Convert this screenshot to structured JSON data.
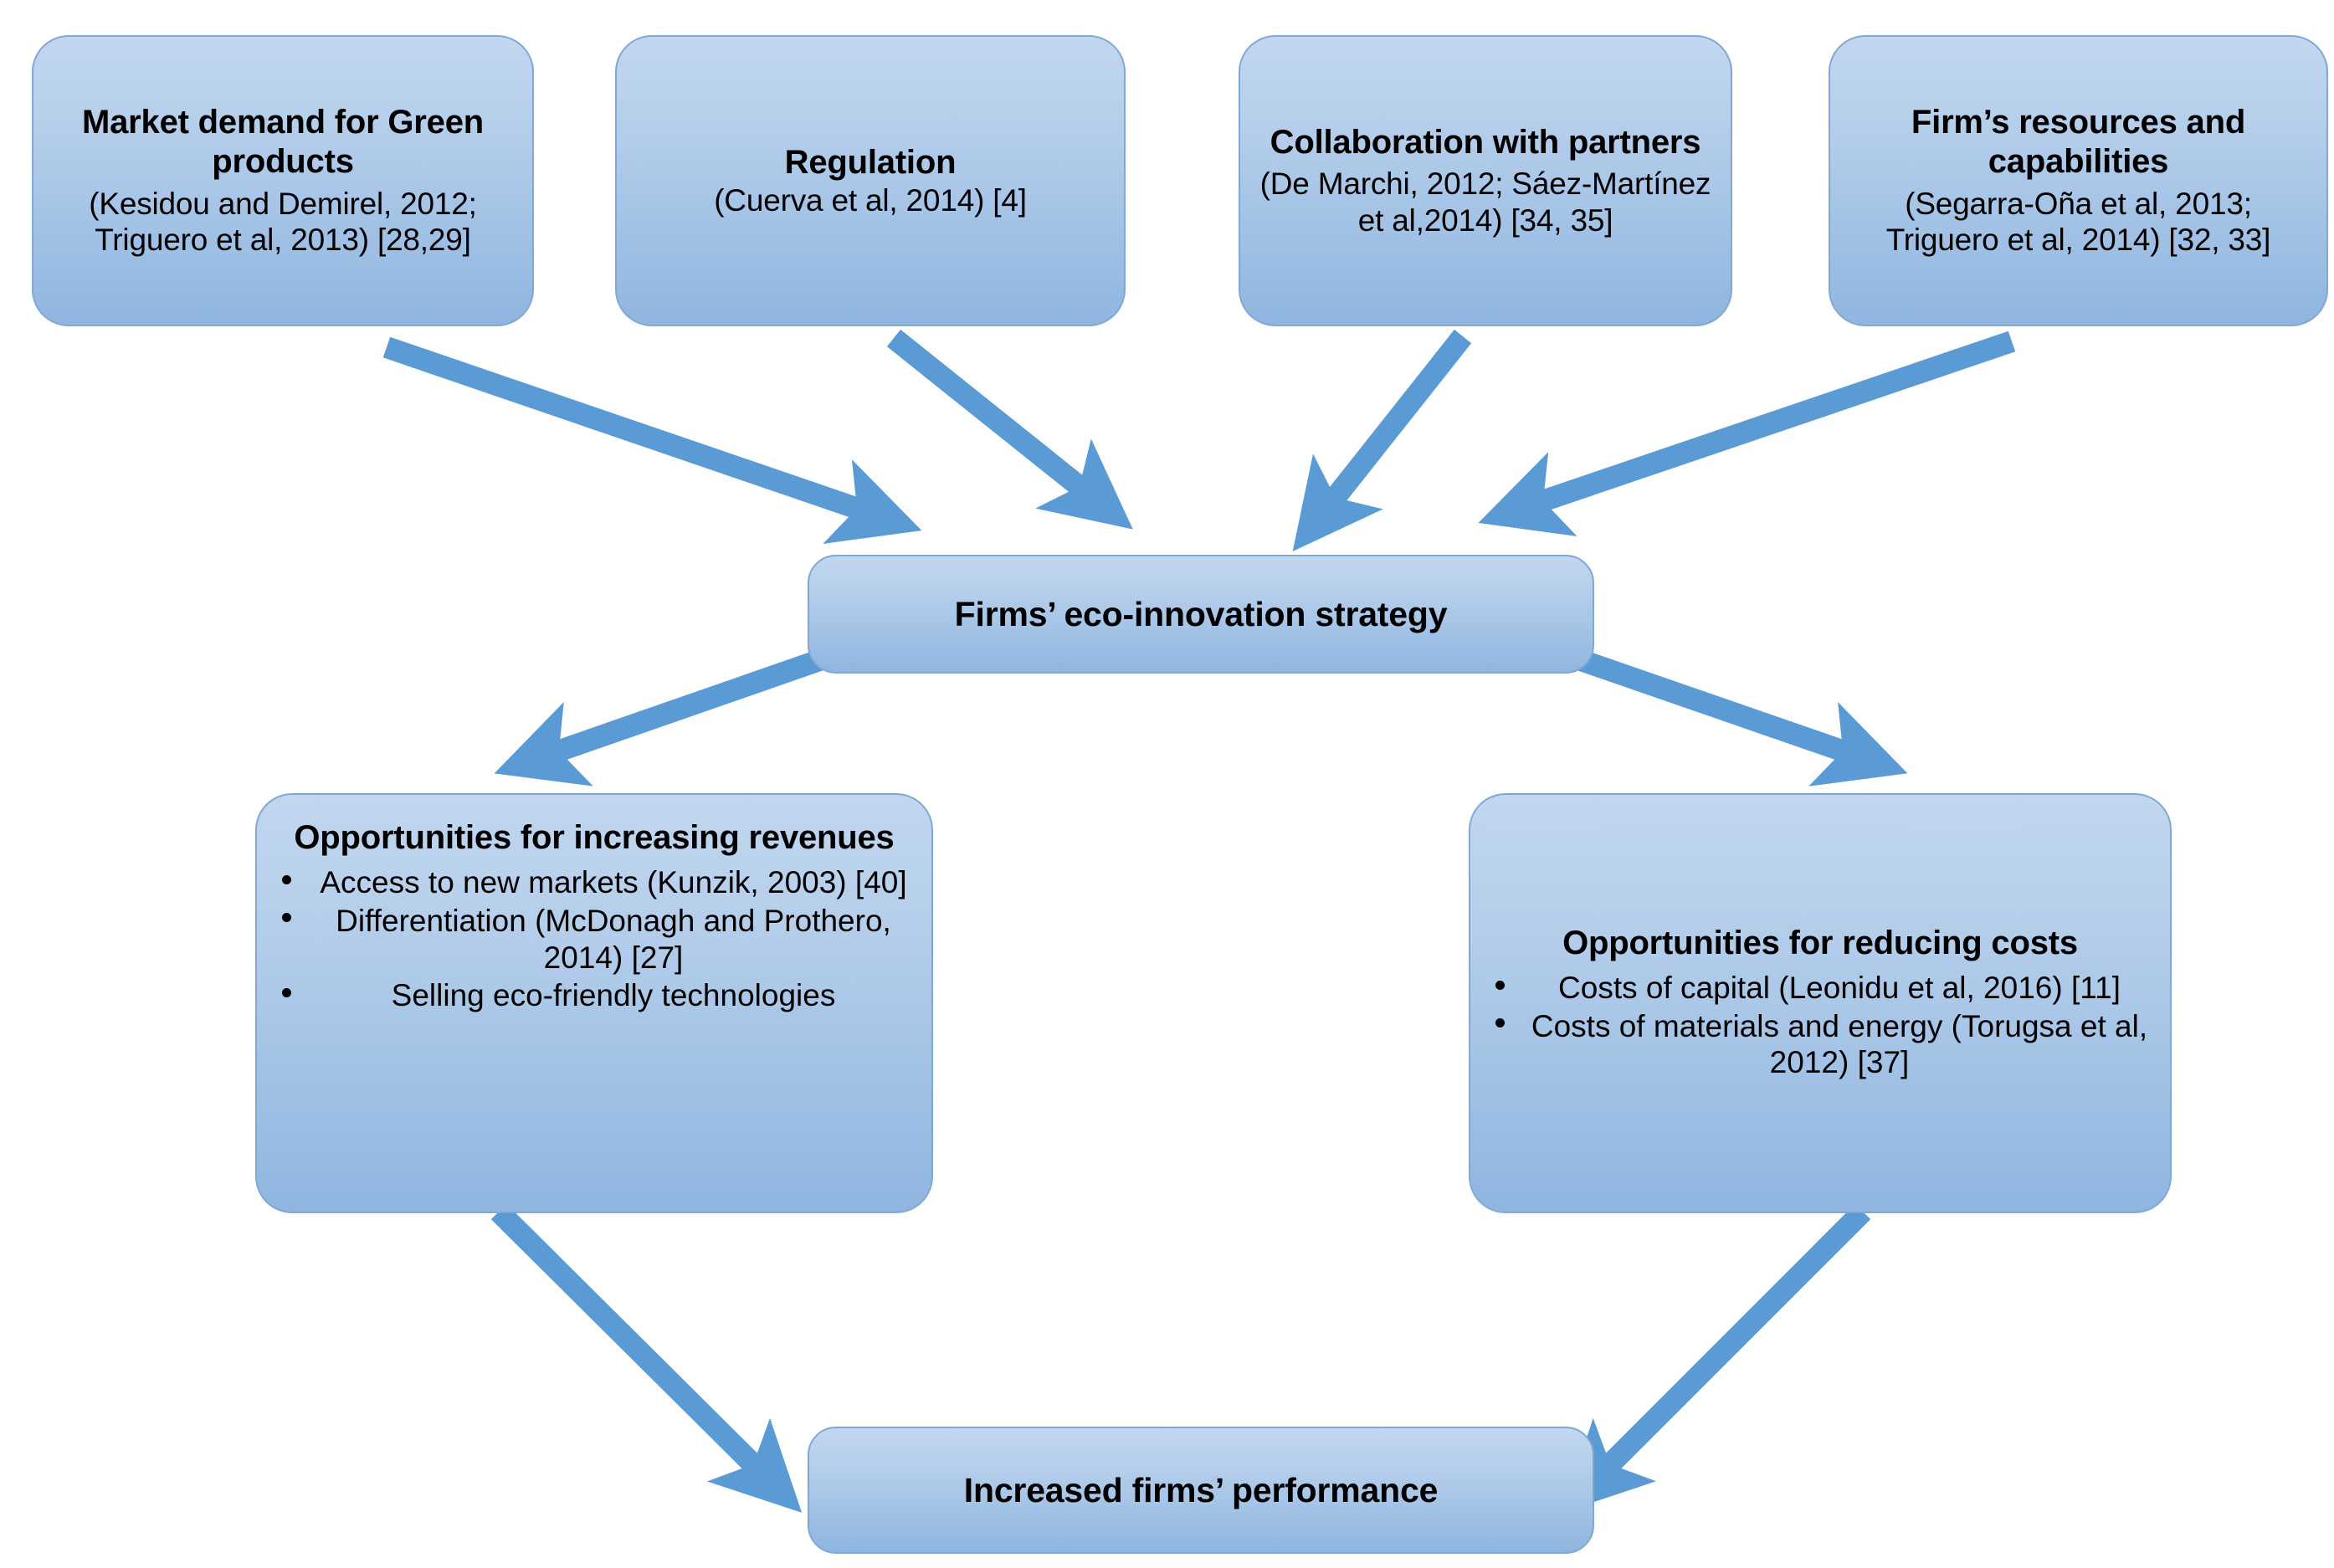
{
  "diagram": {
    "accent_color": "#5B9BD5",
    "box_fill_top": "#C2D7EF",
    "box_fill_bottom": "#8FB6E0",
    "box_border": "#7FA8D4",
    "nodes": {
      "market_demand": {
        "title": "Market demand for Green products",
        "subtitle": "(Kesidou and Demirel, 2012; Triguero et al, 2013) [28,29]"
      },
      "regulation": {
        "title": "Regulation",
        "subtitle": "(Cuerva et al, 2014) [4]"
      },
      "collaboration": {
        "title": "Collaboration with partners",
        "subtitle": "(De Marchi, 2012; Sáez-Martínez et al,2014) [34, 35]"
      },
      "firm_resources": {
        "title": "Firm’s resources and capabilities",
        "subtitle": "(Segarra-Oña et al, 2013; Triguero et al, 2014) [32, 33]"
      },
      "strategy": {
        "title": "Firms’ eco-innovation strategy"
      },
      "revenues": {
        "title": "Opportunities for increasing revenues",
        "bullets": [
          "Access to new markets (Kunzik, 2003) [40]",
          "Differentiation (McDonagh and Prothero, 2014) [27]",
          "Selling eco-friendly technologies"
        ]
      },
      "costs": {
        "title": "Opportunities for reducing costs",
        "bullets": [
          "Costs of capital (Leonidu et al, 2016) [11]",
          "Costs of materials and energy (Torugsa et al, 2012) [37]"
        ]
      },
      "performance": {
        "title": "Increased firms’ performance"
      }
    },
    "edges": [
      {
        "name": "market-demand-to-strategy",
        "from": "market_demand",
        "to": "strategy"
      },
      {
        "name": "regulation-to-strategy",
        "from": "regulation",
        "to": "strategy"
      },
      {
        "name": "collaboration-to-strategy",
        "from": "collaboration",
        "to": "strategy"
      },
      {
        "name": "firm-resources-to-strategy",
        "from": "firm_resources",
        "to": "strategy"
      },
      {
        "name": "strategy-to-revenues",
        "from": "strategy",
        "to": "revenues"
      },
      {
        "name": "strategy-to-costs",
        "from": "strategy",
        "to": "costs"
      },
      {
        "name": "revenues-to-performance",
        "from": "revenues",
        "to": "performance"
      },
      {
        "name": "costs-to-performance",
        "from": "costs",
        "to": "performance"
      }
    ]
  }
}
